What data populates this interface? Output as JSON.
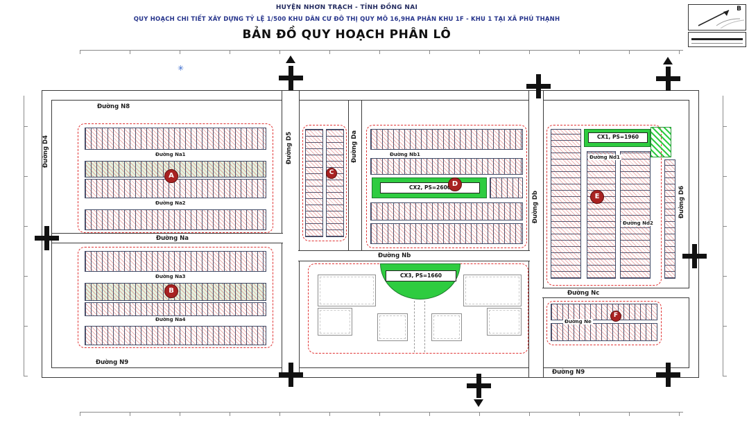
{
  "header": {
    "line1": "HUYỆN NHƠN TRẠCH - TỈNH ĐỒNG NAI",
    "line2": "QUY HOẠCH CHI TIẾT XÂY DỰNG TỶ LỆ 1/500 KHU DÂN CƯ ĐÔ THỊ QUY MÔ 16,9HA PHÂN KHU 1F - KHU 1 TẠI XÃ PHÚ THẠNH",
    "line3": "BẢN ĐỒ QUY HOẠCH PHÂN LÔ"
  },
  "compass": {
    "north_label": "B"
  },
  "roads": {
    "n8": "Đường N8",
    "d4": "Đường D4",
    "d5": "Đường D5",
    "da": "Đường Da",
    "db": "Đường Db",
    "d6": "Đường D6",
    "na": "Đường Na",
    "nb": "Đường Nb",
    "nc": "Đường Nc",
    "n9_left": "Đường N9",
    "n9_right": "Đường N9",
    "na1": "Đường Na1",
    "na2": "Đường Na2",
    "na3": "Đường Na3",
    "na4": "Đường Na4",
    "nb1": "Đường Nb1",
    "nd1": "Đường Nd1",
    "nd2": "Đường Nd2",
    "ne": "Đường Ne"
  },
  "blocks": {
    "a": "A",
    "b": "B",
    "c": "C",
    "d": "D",
    "e": "E",
    "f": "F"
  },
  "green_zones": {
    "cx1": "CX1, PS=1960",
    "cx2": "CX2, PS=2600",
    "cx3": "CX3, PS=1660"
  },
  "symbols": {
    "star": "✳"
  },
  "colors": {
    "zone_green": "#2ecc40",
    "boundary_red": "#e03131",
    "hatch_red": "#cd3737",
    "road_line": "#3a3a3a",
    "title_blue": "#26348b"
  }
}
